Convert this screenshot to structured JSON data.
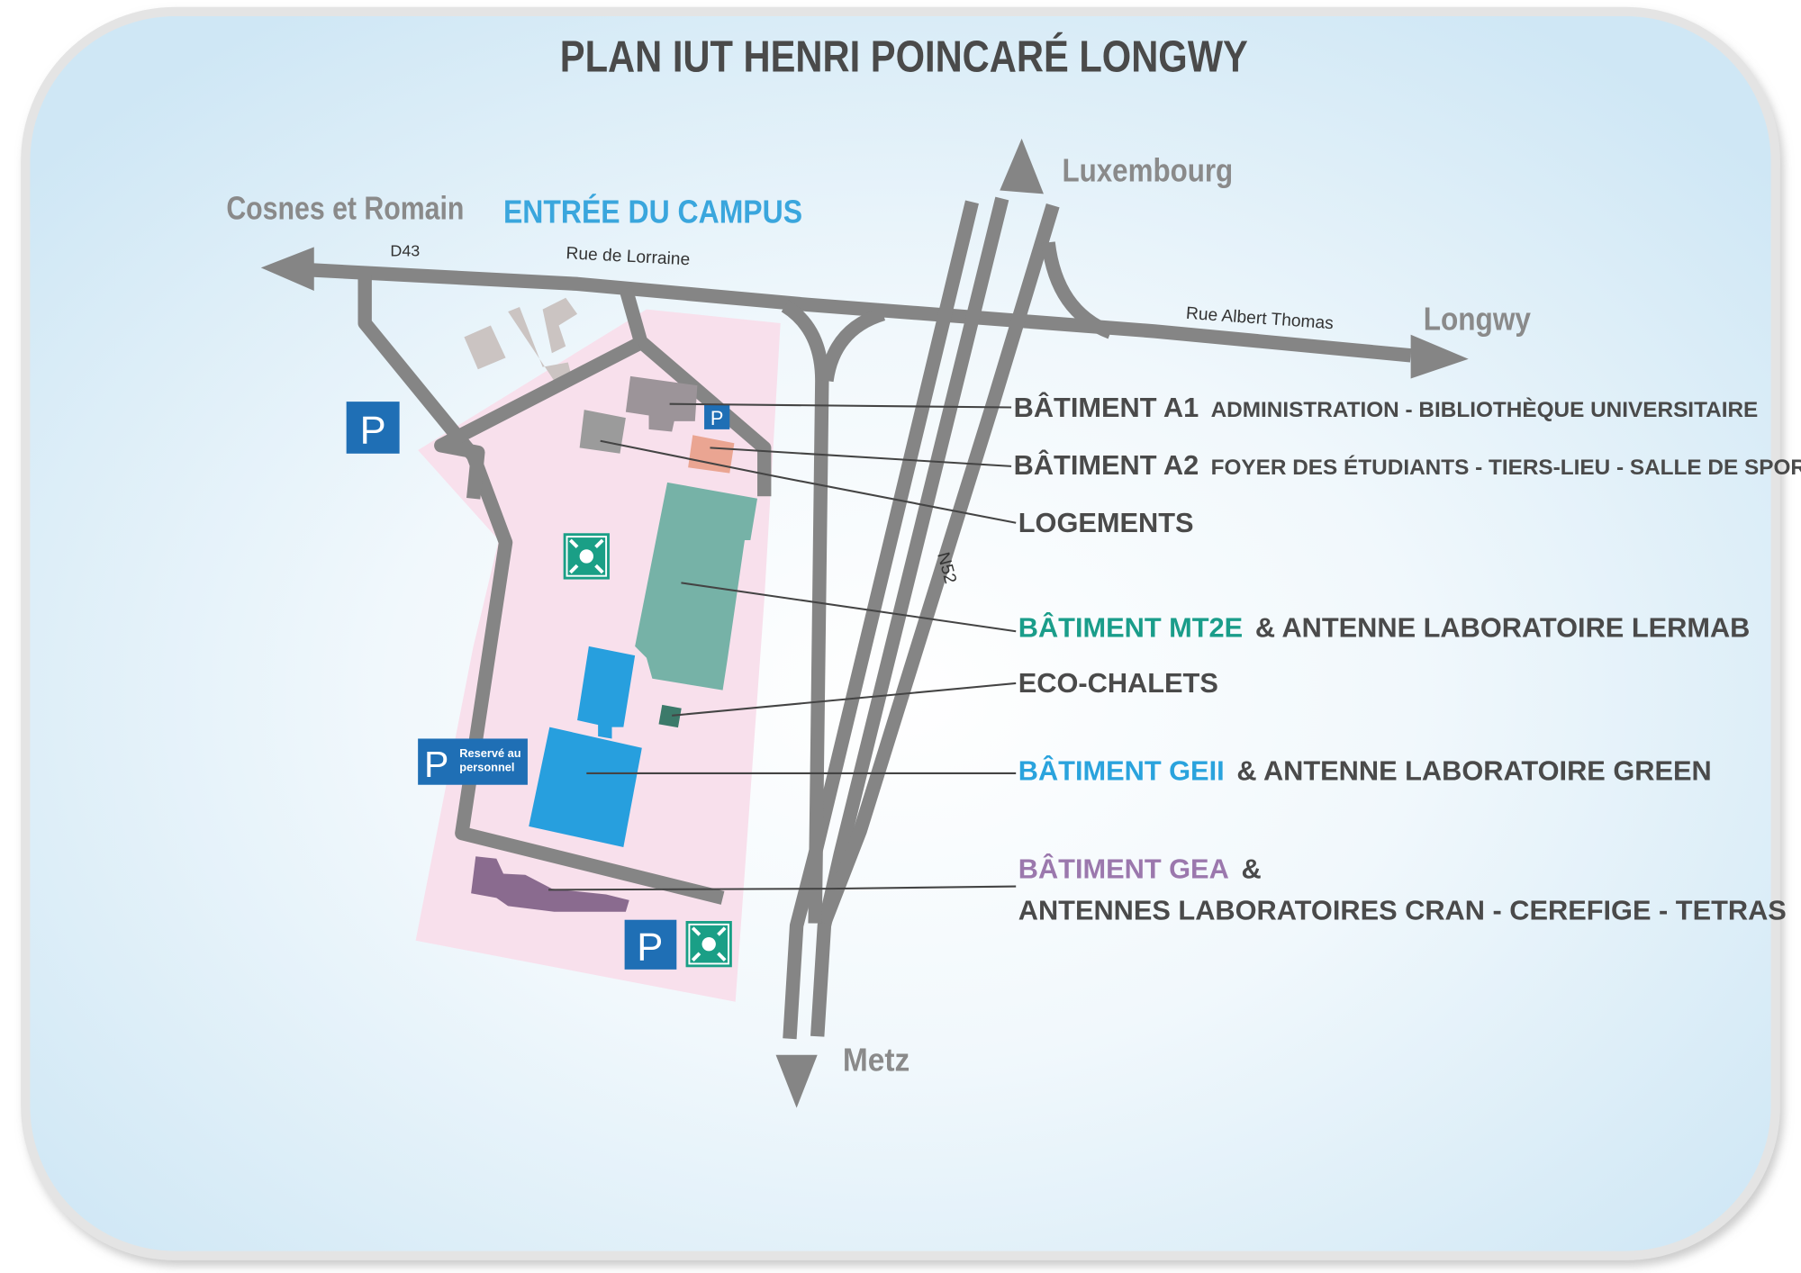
{
  "title": "PLAN IUT HENRI POINCARÉ LONGWY",
  "directions": {
    "west": "Cosnes et Romain",
    "north": "Luxembourg",
    "east": "Longwy",
    "south": "Metz"
  },
  "entrance": "ENTRÉE DU CAMPUS",
  "roads": {
    "d43": "D43",
    "rue_lorraine": "Rue de Lorraine",
    "rue_albert_thomas": "Rue Albert Thomas",
    "n52": "N52"
  },
  "parking": {
    "symbol": "P",
    "staff_line1": "Reservé au",
    "staff_line2": "personnel"
  },
  "labels": {
    "a1": {
      "name": "BÂTIMENT A1",
      "desc": "ADMINISTRATION - BIBLIOTHÈQUE UNIVERSITAIRE"
    },
    "a2": {
      "name": "BÂTIMENT A2",
      "desc": "FOYER DES ÉTUDIANTS - TIERS-LIEU - SALLE DE SPORTS"
    },
    "logements": {
      "name": "LOGEMENTS"
    },
    "mt2e": {
      "name": "BÂTIMENT MT2E",
      "desc": "& ANTENNE LABORATOIRE LERMAB"
    },
    "eco": {
      "name": "ECO-CHALETS"
    },
    "geii": {
      "name": "BÂTIMENT GEII",
      "desc": "& ANTENNE LABORATOIRE GREEN"
    },
    "gea": {
      "name": "BÂTIMENT GEA",
      "amp": "&",
      "desc": "ANTENNES LABORATOIRES CRAN - CEREFIGE - TETRAS"
    }
  },
  "colors": {
    "road": "#858585",
    "campus": "#f8e0ec",
    "a1": "#9c9499",
    "a2": "#eaa592",
    "logements": "#9b9b9b",
    "mt2e": "#76b2a7",
    "mt2e_text": "#1a9d8a",
    "geii": "#279fde",
    "geii_text": "#2aa3dd",
    "gea": "#8a6b8f",
    "gea_text": "#9b78ad",
    "parking": "#1f6fb5",
    "assembly": "#1a9f86",
    "text": "#4a4a4a"
  }
}
